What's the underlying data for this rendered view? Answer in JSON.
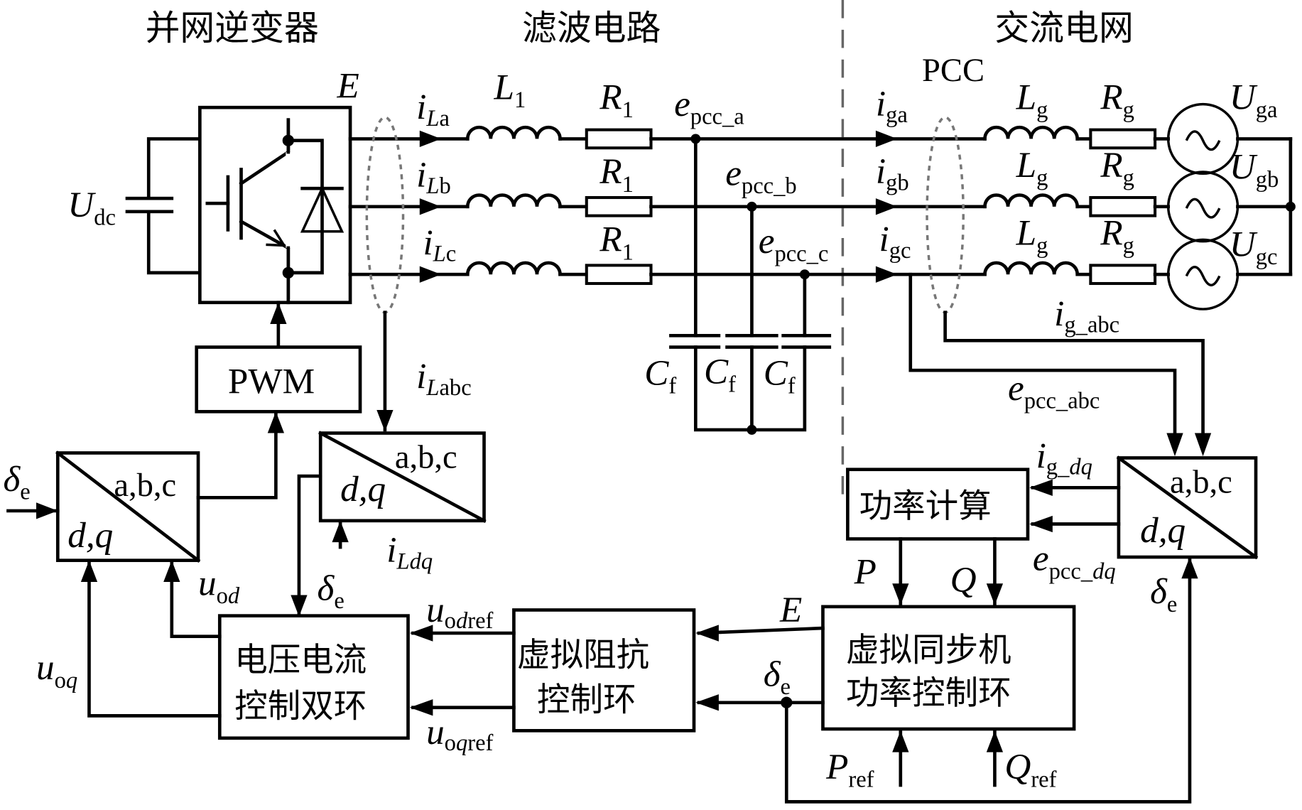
{
  "section_titles": {
    "inverter": "并网逆变器",
    "filter": "滤波电路",
    "grid": "交流电网"
  },
  "inverter": {
    "dc_voltage": {
      "sym": "U",
      "sub": "dc"
    },
    "output_emf": "E"
  },
  "filter": {
    "phase_currents": [
      {
        "sym": "i",
        "sub_italic": "L",
        "sub": "a"
      },
      {
        "sym": "i",
        "sub_italic": "L",
        "sub": "b"
      },
      {
        "sym": "i",
        "sub_italic": "L",
        "sub": "c"
      }
    ],
    "inductor": {
      "sym": "L",
      "sub": "1"
    },
    "resistor": {
      "sym": "R",
      "sub": "1"
    },
    "pcc_voltages": [
      {
        "sym": "e",
        "sub": "pcc_a"
      },
      {
        "sym": "e",
        "sub": "pcc_b"
      },
      {
        "sym": "e",
        "sub": "pcc_c"
      }
    ],
    "capacitor": {
      "sym": "C",
      "sub": "f"
    },
    "current_bus": {
      "sym": "i",
      "sub_italic": "L",
      "sub": "abc"
    }
  },
  "grid": {
    "pcc_label": "PCC",
    "phase_currents": [
      {
        "sym": "i",
        "sub": "ga"
      },
      {
        "sym": "i",
        "sub": "gb"
      },
      {
        "sym": "i",
        "sub": "gc"
      }
    ],
    "inductor": {
      "sym": "L",
      "sub": "g"
    },
    "resistor": {
      "sym": "R",
      "sub": "g"
    },
    "sources": [
      {
        "sym": "U",
        "sub": "ga"
      },
      {
        "sym": "U",
        "sub": "gb"
      },
      {
        "sym": "U",
        "sub": "gc"
      }
    ],
    "source_glyph": "~",
    "grid_current_bus": {
      "sym": "i",
      "sub": "g_abc"
    },
    "pcc_voltage_bus": {
      "sym": "e",
      "sub": "pcc_abc"
    }
  },
  "control": {
    "pwm_label": "PWM",
    "transform": {
      "abc": "a,b,c",
      "dq": "d,q"
    },
    "delta": {
      "sym": "δ",
      "sub": "e"
    },
    "i_ldq": {
      "sym": "i",
      "sub_italic": "Ldq"
    },
    "u_od": {
      "sym": "u",
      "sub": "o",
      "sub_italic": "d"
    },
    "u_oq": {
      "sym": "u",
      "sub": "o",
      "sub_italic": "q"
    },
    "u_odref": {
      "sym": "u",
      "sub": "o",
      "sub_italic": "d",
      "sub2": "ref"
    },
    "u_oqref": {
      "sym": "u",
      "sub": "o",
      "sub_italic": "q",
      "sub2": "ref"
    },
    "i_gdq": {
      "sym": "i",
      "sub": "g_",
      "sub_italic": "dq"
    },
    "e_pccdq": {
      "sym": "e",
      "sub": "pcc_",
      "sub_italic": "dq"
    },
    "P": "P",
    "Q": "Q",
    "E": "E",
    "P_ref": {
      "sym": "P",
      "sub": "ref"
    },
    "Q_ref": {
      "sym": "Q",
      "sub": "ref"
    },
    "blocks": {
      "power_calc": "功率计算",
      "vsg": [
        "虚拟同步机",
        "功率控制环"
      ],
      "virtual_impedance": [
        "虚拟阻抗",
        "控制环"
      ],
      "dual_loop": [
        "电压电流",
        "控制双环"
      ]
    }
  }
}
